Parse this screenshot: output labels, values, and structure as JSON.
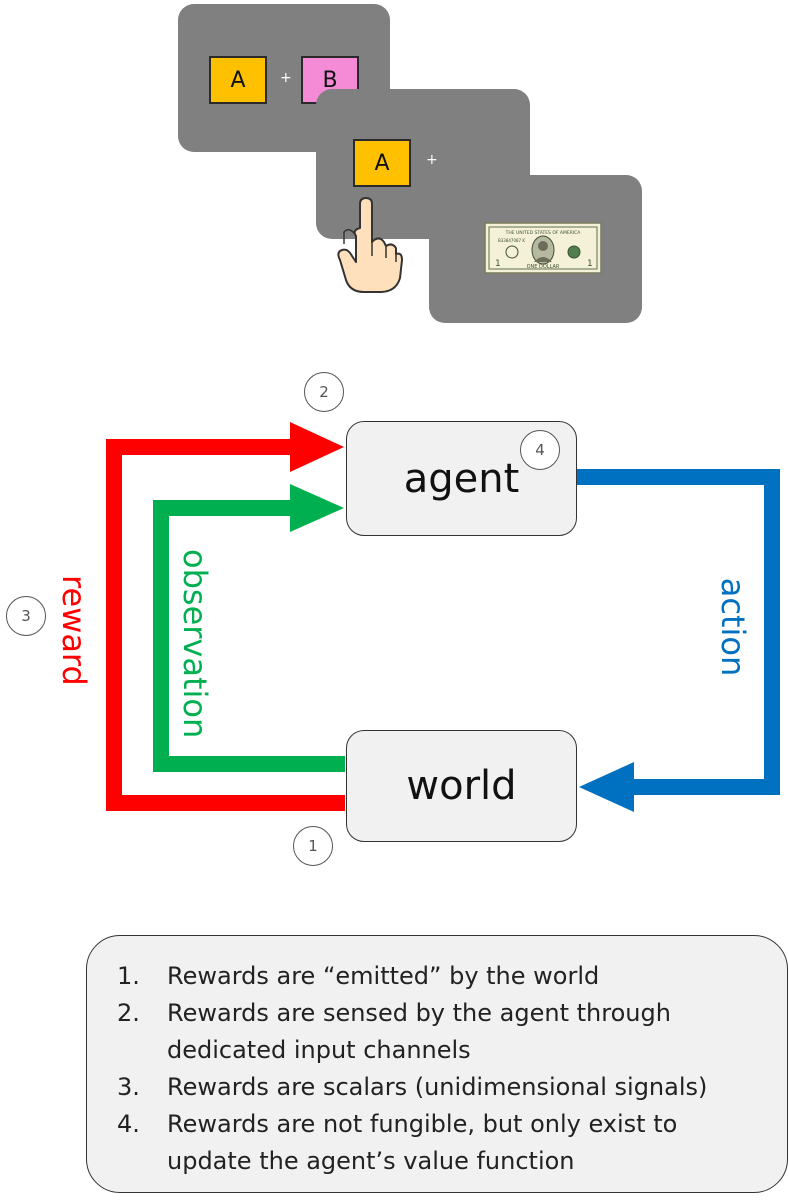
{
  "stimulus": {
    "screen1_left": "A",
    "screen1_right": "B",
    "screen2_choice": "A",
    "plus": "+",
    "bill": {
      "serial_top": "B33847087 K",
      "caption": "ONE DOLLAR",
      "header": "THE UNITED STATES OF AMERICA",
      "denomination": "1"
    }
  },
  "diagram": {
    "agent_label": "agent",
    "world_label": "world",
    "reward_label": "reward",
    "observation_label": "observation",
    "action_label": "action",
    "markers": [
      "1",
      "2",
      "3",
      "4"
    ],
    "colors": {
      "reward": "#ff0000",
      "observation": "#00b050",
      "action": "#0070c0"
    }
  },
  "notes": {
    "items": [
      {
        "num": "1.",
        "text": "Rewards are “emitted” by the world"
      },
      {
        "num": "2.",
        "text": "Rewards are sensed by the agent through dedicated input channels"
      },
      {
        "num": "3.",
        "text": "Rewards are scalars (unidimensional signals)"
      },
      {
        "num": "4.",
        "text": "Rewards are not fungible, but only exist to update the agent’s value function"
      }
    ]
  }
}
